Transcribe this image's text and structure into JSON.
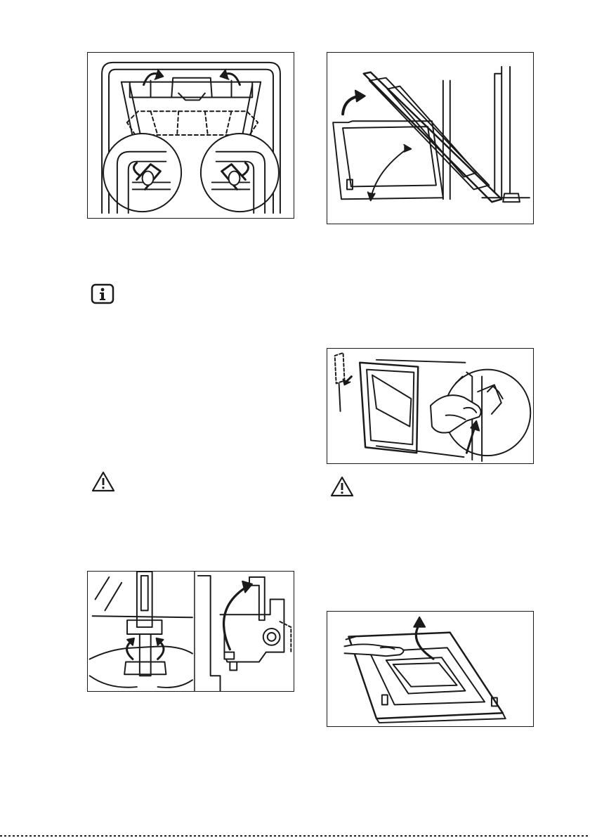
{
  "page": {
    "figures": [
      {
        "name": "grill-element-lowering-figure"
      },
      {
        "name": "oven-door-lifting-figure"
      },
      {
        "name": "door-glass-panel-removal-figure"
      },
      {
        "name": "door-hinge-levers-figure"
      },
      {
        "name": "door-on-flat-surface-figure"
      }
    ],
    "icons": [
      {
        "name": "info-icon",
        "glyph": "i"
      },
      {
        "name": "warning-icon",
        "glyph": "!"
      },
      {
        "name": "warning-icon",
        "glyph": "!"
      }
    ]
  }
}
